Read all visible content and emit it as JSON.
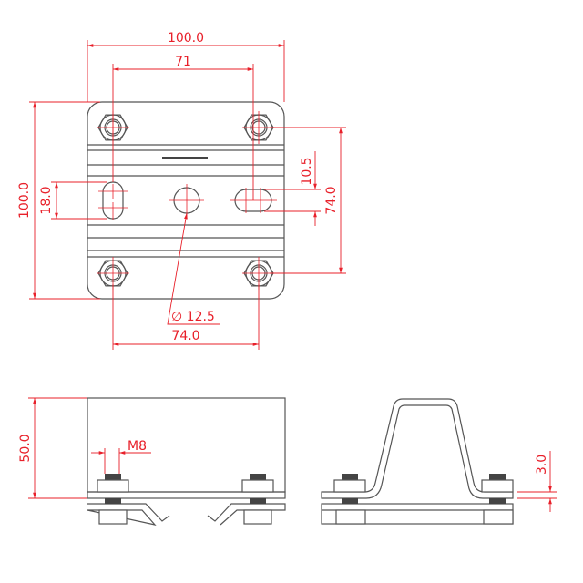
{
  "drawing": {
    "top_view": {
      "width_dim": "100.0",
      "slot_spacing_dim": "71",
      "height_dim": "100.0",
      "slot_length_dim": "18.0",
      "slot_width_dim": "10.5",
      "bolt_spacing_vertical_dim": "74.0",
      "hole_diameter_dim": "12.5",
      "hole_diameter_symbol": "∅",
      "bolt_spacing_horizontal_dim": "74.0"
    },
    "front_view": {
      "height_dim": "50.0",
      "thread_dim": "M8"
    },
    "side_view": {
      "thickness_dim": "3.0"
    },
    "colors": {
      "dimension": "#e8202a",
      "outline": "#555555"
    }
  }
}
